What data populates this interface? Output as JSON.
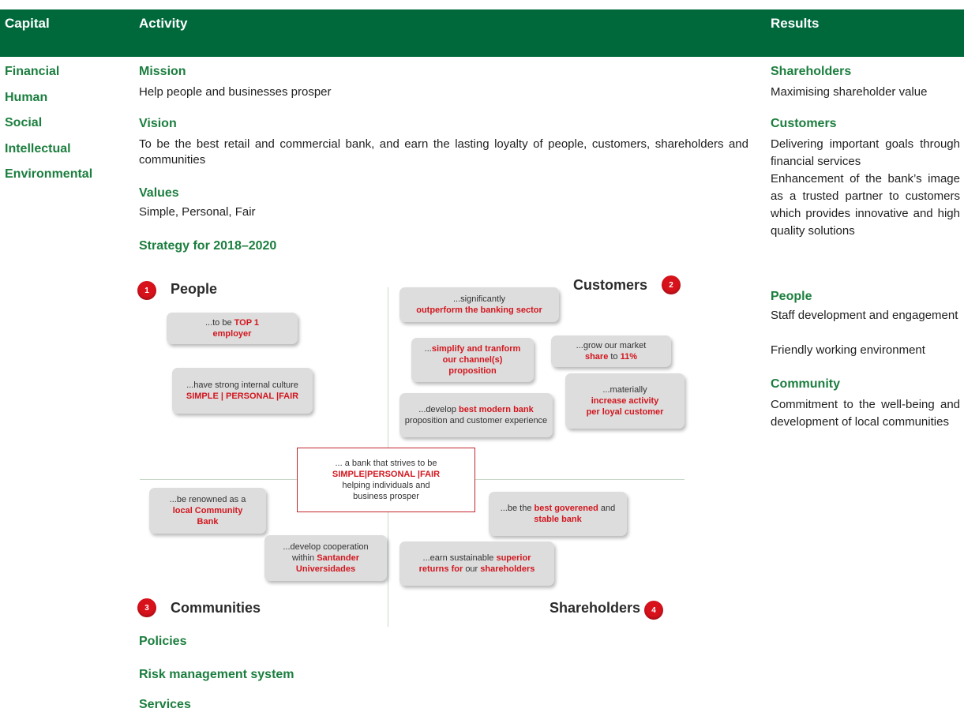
{
  "header": {
    "capital": "Capital",
    "activity": "Activity",
    "results": "Results"
  },
  "capitals": [
    "Financial",
    "Human",
    "Social",
    "Intellectual",
    "Environmental"
  ],
  "activity": {
    "mission_title": "Mission",
    "mission_text": "Help people and businesses prosper",
    "vision_title": "Vision",
    "vision_text": "To be the best retail and commercial bank, and earn the lasting loyalty of people, customers, shareholders and communities",
    "values_title": "Values",
    "values_text": "Simple, Personal, Fair",
    "strategy_title": "Strategy for 2018–2020",
    "policies": "Policies",
    "risk": "Risk management system",
    "services": "Services"
  },
  "diagram": {
    "people": {
      "label": "People",
      "num": "1"
    },
    "customers": {
      "label": "Customers",
      "num": "2"
    },
    "communities": {
      "label": "Communities",
      "num": "3"
    },
    "shareholders": {
      "label": "Shareholders",
      "num": "4"
    },
    "top1": {
      "pre": "...to be ",
      "red1": "TOP 1",
      "red2": "employer"
    },
    "culture": {
      "pre": "...have strong internal culture",
      "red": "SIMPLE | PERSONAL |FAIR"
    },
    "outperform": {
      "pre": "...significantly",
      "red": "outperform the banking sector"
    },
    "simplify": {
      "pre": "...",
      "red1": "simplify and tranform",
      "red2": "our channel(s)",
      "red3": "proposition"
    },
    "grow": {
      "pre": "...grow our market",
      "red": "share",
      "post": " to ",
      "red2": "11%"
    },
    "develop": {
      "pre": "...develop ",
      "red": "best modern bank",
      "post": "proposition and customer experience"
    },
    "increase": {
      "pre": "...materially",
      "red1": "increase activity",
      "red2": "per loyal customer"
    },
    "center": {
      "l1": "... a bank that strives to be",
      "red": "SIMPLE|PERSONAL |FAIR",
      "l3": "helping  individuals and",
      "l4": "business prosper"
    },
    "renowned": {
      "pre": "...be renowned as a",
      "red1": "local Community",
      "red2": "Bank"
    },
    "cooperation": {
      "pre": "...develop cooperation",
      "pre2": "within ",
      "red1": "Santander",
      "red2": "Universidades"
    },
    "governed": {
      "pre": "...be the ",
      "red1": "best goverened",
      "mid": " and",
      "red2": "stable bank"
    },
    "returns": {
      "pre": "...earn sustainable ",
      "red1": "superior",
      "red2": "returns for ",
      "mid": "our ",
      "red3": "shareholders"
    }
  },
  "results": {
    "shareholders_title": "Shareholders",
    "shareholders_text": "Maximising shareholder value",
    "customers_title": "Customers",
    "customers_text1": "Delivering important goals through financial services",
    "customers_text2": "Enhancement of the bank’s image as a trusted partner to customers which provides innovative and high quality solutions",
    "people_title": "People",
    "people_text1": "Staff development and engagement",
    "people_text2": "Friendly working environment",
    "community_title": "Community",
    "community_text": "Commitment to the well-being and development of local communities"
  },
  "colors": {
    "header_bg": "#00693c",
    "heading_green": "#1b7e3e",
    "accent_red": "#d2161e"
  }
}
